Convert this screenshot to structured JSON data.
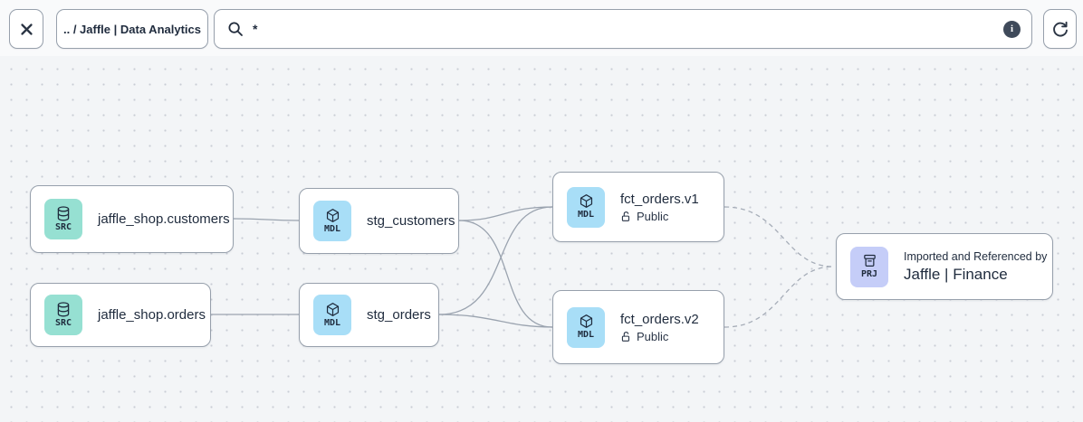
{
  "toolbar": {
    "breadcrumb": ".. / Jaffle | Data Analytics",
    "search_value": "*"
  },
  "icons": {
    "close-icon": "x cross",
    "search-icon": "magnifier",
    "info-icon": "i in filled circle",
    "refresh-icon": "clockwise circular arrow",
    "database-icon": "database cylinder (source)",
    "cube-icon": "3d cube (model)",
    "archive-box-icon": "project box",
    "lock-open-icon": "open padlock (public access)"
  },
  "nodes": [
    {
      "id": "src-customers",
      "badge": "SRC",
      "title": "jaffle_shop.customers"
    },
    {
      "id": "src-orders",
      "badge": "SRC",
      "title": "jaffle_shop.orders"
    },
    {
      "id": "stg-customers",
      "badge": "MDL",
      "title": "stg_customers"
    },
    {
      "id": "stg-orders",
      "badge": "MDL",
      "title": "stg_orders"
    },
    {
      "id": "fct-orders-v1",
      "badge": "MDL",
      "title": "fct_orders.v1",
      "access": "Public"
    },
    {
      "id": "fct-orders-v2",
      "badge": "MDL",
      "title": "fct_orders.v2",
      "access": "Public"
    },
    {
      "id": "project-finance",
      "badge": "PRJ",
      "subtitle": "Imported and Referenced by",
      "title": "Jaffle | Finance"
    }
  ],
  "edges": [
    {
      "from": "jaffle_shop.customers",
      "to": "stg_customers",
      "style": "solid"
    },
    {
      "from": "jaffle_shop.orders",
      "to": "stg_orders",
      "style": "solid"
    },
    {
      "from": "stg_customers",
      "to": "fct_orders.v1",
      "style": "solid"
    },
    {
      "from": "stg_customers",
      "to": "fct_orders.v2",
      "style": "solid"
    },
    {
      "from": "stg_orders",
      "to": "fct_orders.v1",
      "style": "solid"
    },
    {
      "from": "stg_orders",
      "to": "fct_orders.v2",
      "style": "solid"
    },
    {
      "from": "fct_orders.v1",
      "to": "Jaffle | Finance",
      "style": "dashed"
    },
    {
      "from": "fct_orders.v2",
      "to": "Jaffle | Finance",
      "style": "dashed"
    }
  ],
  "colors": {
    "canvas_bg": "#F3F5F7",
    "canvas_dot": "#C9CDD5",
    "node_border": "#97A0AC",
    "edge_solid": "#9AA3AF",
    "edge_dashed": "#A6ADB8",
    "badge_src": "#96E0D2",
    "badge_mdl": "#A8DEF7",
    "badge_prj": "#C5CDF8",
    "info_icon_bg": "#3F4A5A",
    "text_dark": "#1F2B3D"
  }
}
